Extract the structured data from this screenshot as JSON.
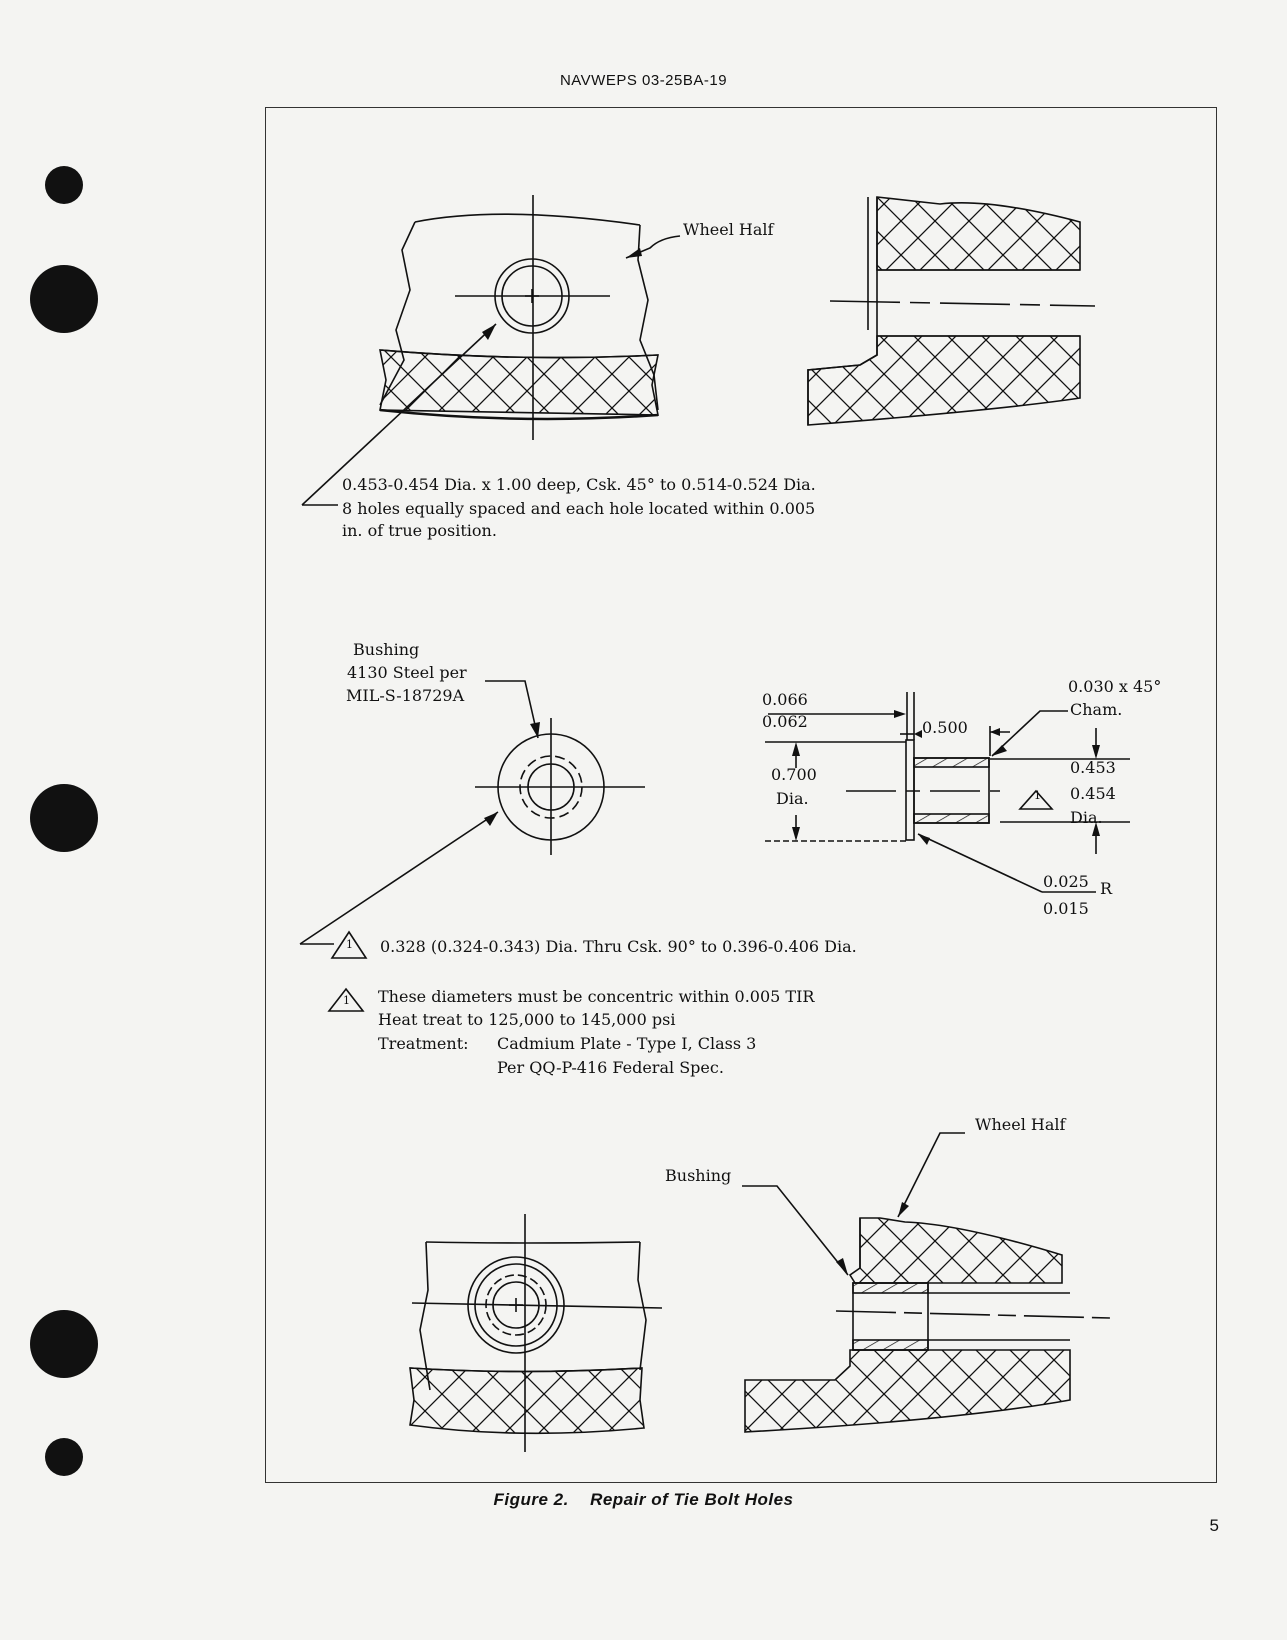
{
  "header": "NAVWEPS 03-25BA-19",
  "page_number": "5",
  "caption": {
    "figure": "Figure 2.",
    "title": "Repair of Tie Bolt Holes"
  },
  "top": {
    "wheel_half_label": "Wheel Half",
    "note_line1": "0.453-0.454 Dia. x 1.00 deep, Csk. 45° to 0.514-0.524 Dia.",
    "note_line2": "8 holes equally spaced and each hole located within 0.005",
    "note_line3": "in. of true position."
  },
  "middle": {
    "bushing_label": "Bushing",
    "material": "4130 Steel per",
    "spec": "MIL-S-18729A",
    "dim_flange_top": "0.066",
    "dim_flange_bottom": "0.062",
    "dim_length": "0.500",
    "dim_od_top": "0.700",
    "dim_od_bottom": "Dia.",
    "cham_top": "0.030 x 45°",
    "cham_bottom": "Cham.",
    "dim_bore_top": "0.453",
    "dim_bore_mid": "0.454",
    "dim_bore_bottom": "Dia.",
    "radius_top": "0.025",
    "radius_bottom": "0.015",
    "radius_unit": "R",
    "tri_number": "1",
    "thru_note": "0.328 (0.324-0.343) Dia. Thru Csk. 90° to 0.396-0.406 Dia.",
    "note_concentric": "These diameters must be concentric within 0.005 TIR",
    "note_heat": "Heat treat to 125,000 to 145,000 psi",
    "treatment_label": "Treatment:",
    "treatment_line1": "Cadmium Plate - Type I, Class 3",
    "treatment_line2": "Per QQ-P-416 Federal Spec."
  },
  "bottom": {
    "bushing_label": "Bushing",
    "wheel_half_label": "Wheel Half"
  }
}
